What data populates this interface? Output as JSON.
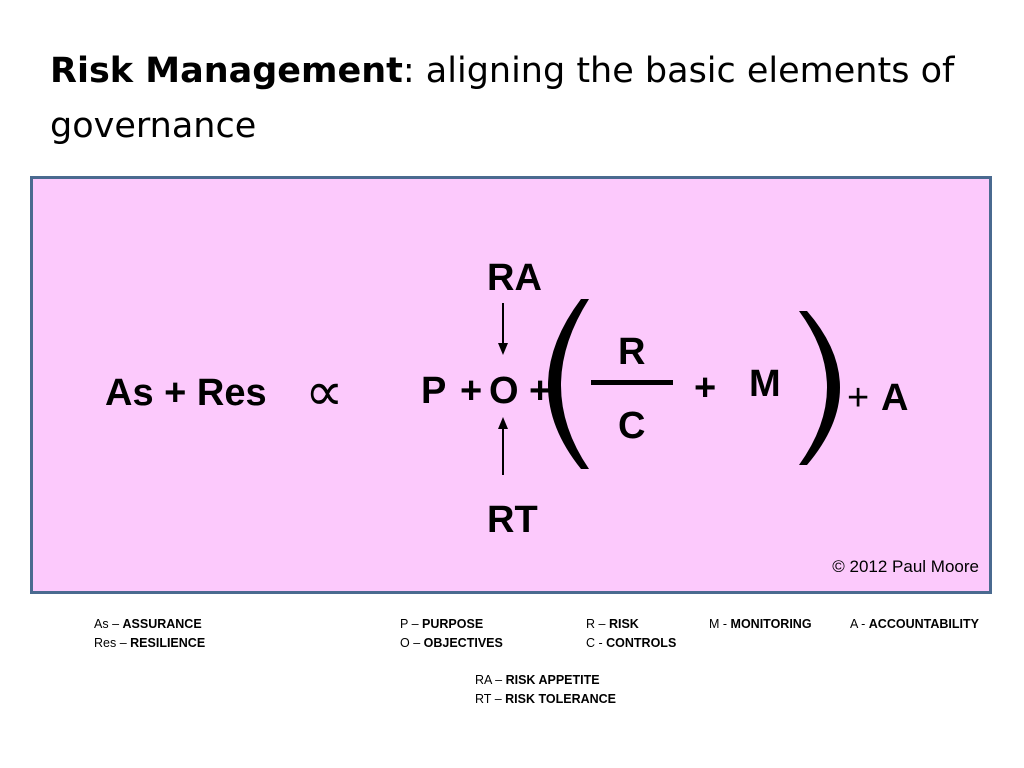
{
  "title": {
    "bold": "Risk Management",
    "rest": ": aligning the basic elements of governance"
  },
  "formula": {
    "lhs": "As + Res",
    "proportional": "∝",
    "p_term": "P",
    "plus1": "+",
    "o_term": "O",
    "plus2": "+",
    "numerator": "R",
    "denominator": "C",
    "plus3": "+",
    "m_term": "M",
    "plus4": "+",
    "a_term": "A",
    "top_label": "RA",
    "bottom_label": "RT"
  },
  "copyright": "© 2012 Paul Moore",
  "legend": [
    {
      "abbr": "As",
      "sep": " – ",
      "full": "ASSURANCE"
    },
    {
      "abbr": "Res",
      "sep": " – ",
      "full": "RESILIENCE"
    },
    {
      "abbr": "P",
      "sep": " – ",
      "full": "PURPOSE"
    },
    {
      "abbr": "O",
      "sep": " – ",
      "full": "OBJECTIVES"
    },
    {
      "abbr": "R",
      "sep": " – ",
      "full": "RISK"
    },
    {
      "abbr": "C",
      "sep": " - ",
      "full": "CONTROLS"
    },
    {
      "abbr": "M",
      "sep": " - ",
      "full": "MONITORING"
    },
    {
      "abbr": "A",
      "sep": " - ",
      "full": "ACCOUNTABILITY"
    },
    {
      "abbr": "RA",
      "sep": " – ",
      "full": "RISK APPETITE"
    },
    {
      "abbr": "RT",
      "sep": " – ",
      "full": "RISK TOLERANCE"
    }
  ]
}
